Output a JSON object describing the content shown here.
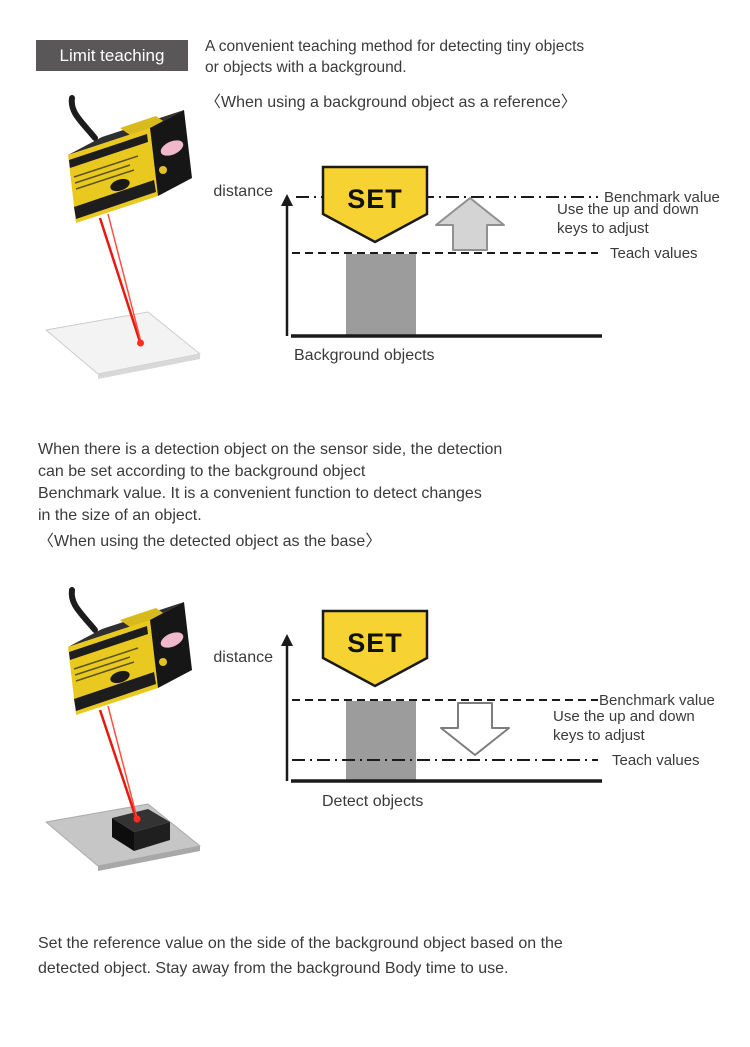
{
  "header": {
    "badge": "Limit teaching",
    "intro": "A convenient teaching method for detecting tiny objects\nor objects with a background."
  },
  "section1": {
    "caption": "〈When using a background object as a reference〉",
    "distance_label": "distance",
    "set_label": "SET",
    "benchmark_label": "Benchmark value",
    "adjust_text": "Use the up and down\nkeys to adjust",
    "teach_label": "Teach values",
    "object_label": "Background objects"
  },
  "mid_text": "When there is a detection object on the sensor side, the detection\ncan be set according to the background object\nBenchmark value. It is a convenient function to detect changes\nin the size of an object.",
  "section2": {
    "caption": "〈When using the detected object as the base〉",
    "distance_label": "distance",
    "set_label": "SET",
    "benchmark_label": "Benchmark value",
    "adjust_text": "Use the up and down\nkeys to adjust",
    "teach_label": "Teach values",
    "object_label": "Detect objects"
  },
  "footer_text": "Set the reference value on the side of the background object based on the\ndetected object. Stay away from the background Body time to use.",
  "colors": {
    "badge_bg": "#595757",
    "set_fill": "#f6d333",
    "object_fill": "#9c9c9c",
    "laser_red": "#e8190f"
  }
}
